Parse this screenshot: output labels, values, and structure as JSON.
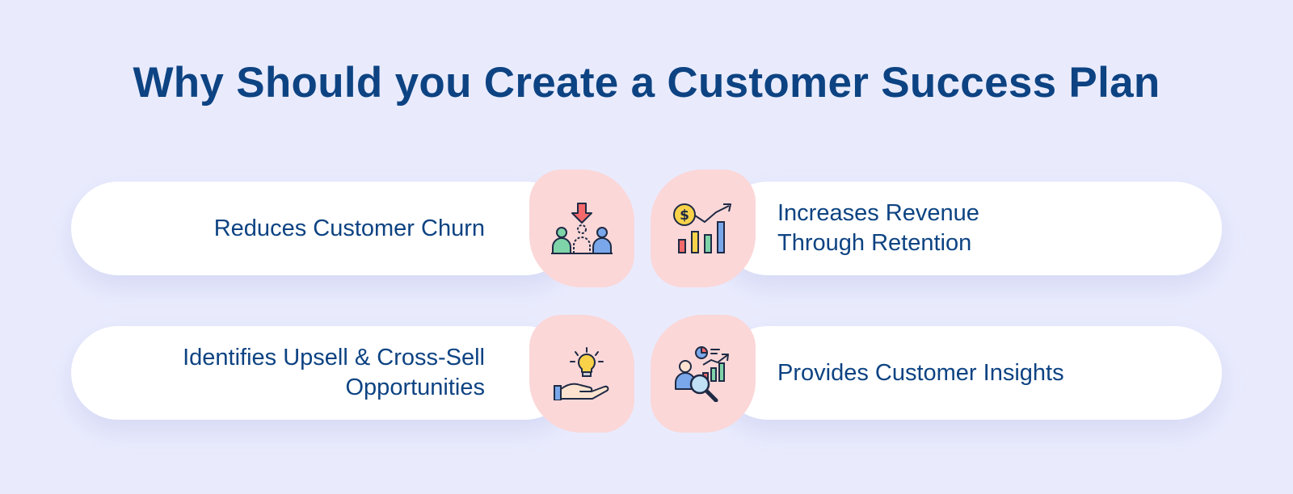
{
  "title": "Why Should you Create a Customer Success Plan",
  "items": [
    {
      "lines": [
        "Reduces Customer Churn"
      ],
      "icon": "customer-churn-icon"
    },
    {
      "lines": [
        "Increases Revenue",
        "Through Retention"
      ],
      "icon": "revenue-growth-chart-icon"
    },
    {
      "lines": [
        "Identifies Upsell & Cross-Sell",
        "Opportunities"
      ],
      "icon": "lightbulb-hand-icon"
    },
    {
      "lines": [
        "Provides Customer Insights"
      ],
      "icon": "customer-insights-icon"
    }
  ],
  "colors": {
    "background": "#e9ebfd",
    "title": "#0d4382",
    "card": "#ffffff",
    "icon_bg": "#fbd7d8"
  }
}
